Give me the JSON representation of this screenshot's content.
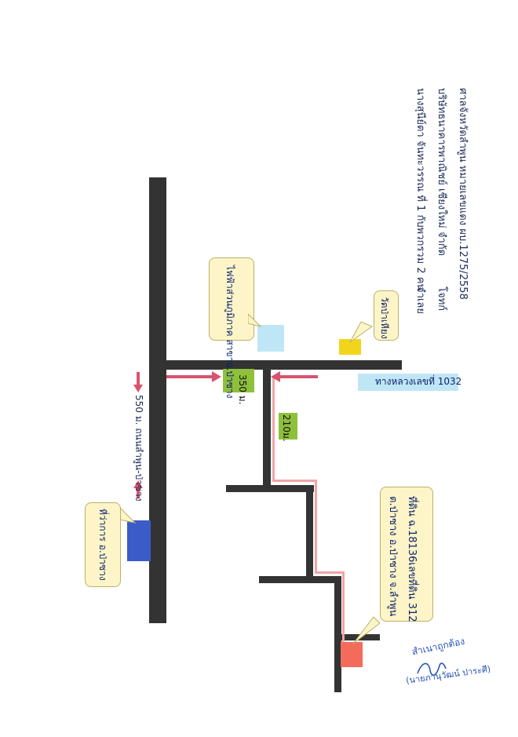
{
  "header": {
    "line1": "ศาลจังหวัดลำพูน หมายเลขแดง ผบ.1275/2558",
    "line2": "บริษัทธนาคารพาณิชย์ เชียงใหม่ จำกัด",
    "line2_right": "โจทก์",
    "line3": "นางสุนีย์ตา จันทะวรรณ ที่ 1 กับพวกรวม 2 คน",
    "line3_right": "จำเลย"
  },
  "labels": {
    "temple": "วัดป่าเหียง",
    "pao_office": "ไฟฟ้าส่วนภูมิภาค สาขาอ.ป่าซาง",
    "highway": "ทางหลวงเลขที่ 1032",
    "dist_350": "350 ม.",
    "dist_210": "210ม.",
    "dist_550": "550 ม. ถนนลำพูน-ป่าซาง",
    "district_office": "ที่ว่าการ อ.ป่าซาง",
    "land_line1": "ที่ดิน ฉ.18136เลขที่ดิน 312",
    "land_line2": "ต.ป่าซาง อ.ป่าซาง จ.ลำพูน",
    "stamp": "สำเนาถูกต้อง",
    "signer": "(นายภานุวัฒน์  ปาระศี)"
  },
  "colors": {
    "road": "#333333",
    "route_pink": "#f0a5a5",
    "arrow_red": "#d9536e",
    "green_label": "#8ec03c",
    "light_blue": "#bfe6f5",
    "temple_yellow": "#f2d51a",
    "district_blue": "#3a5cc9",
    "land_red": "#f26b5b",
    "ink_blue": "#2a54b8"
  }
}
